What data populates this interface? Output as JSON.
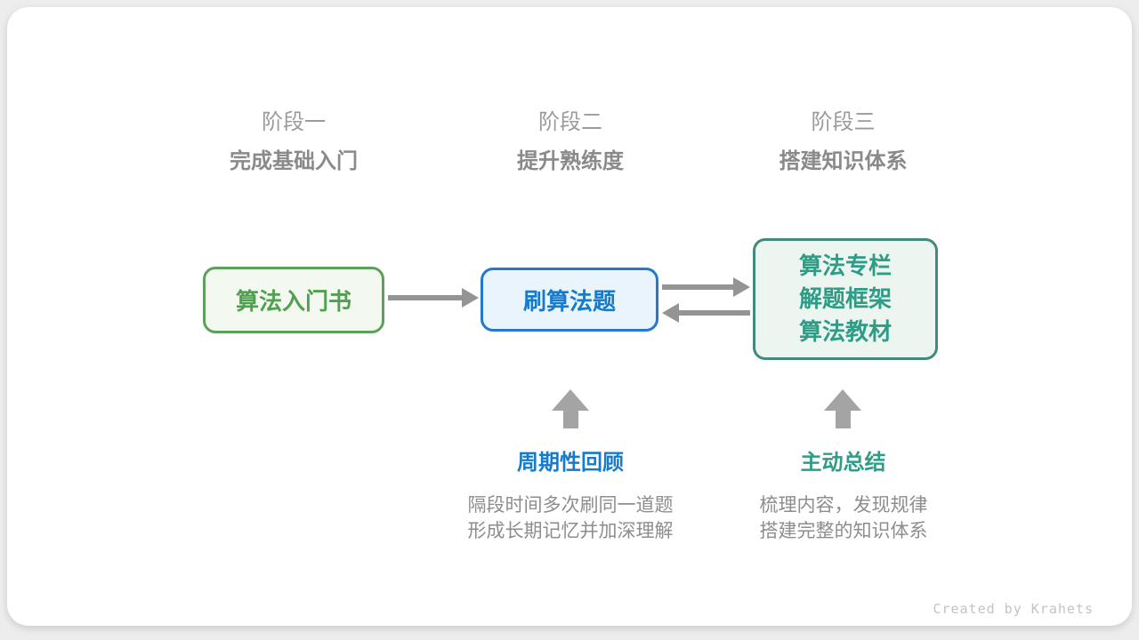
{
  "stages": [
    {
      "label": "阶段一",
      "subtitle": "完成基础入门"
    },
    {
      "label": "阶段二",
      "subtitle": "提升熟练度"
    },
    {
      "label": "阶段三",
      "subtitle": "搭建知识体系"
    }
  ],
  "nodes": [
    {
      "id": "node1",
      "lines": [
        "算法入门书"
      ]
    },
    {
      "id": "node2",
      "lines": [
        "刷算法题"
      ]
    },
    {
      "id": "node3",
      "lines": [
        "算法专栏",
        "解题框架",
        "算法教材"
      ]
    }
  ],
  "annotations": [
    {
      "title": "周期性回顾",
      "lines": [
        "隔段时间多次刷同一道题",
        "形成长期记忆并加深理解"
      ]
    },
    {
      "title": "主动总结",
      "lines": [
        "梳理内容，发现规律",
        "搭建完整的知识体系"
      ]
    }
  ],
  "watermark": {
    "text": "Created by Krahets"
  },
  "colors": {
    "page-bg": "#ededed",
    "card-bg": "#ffffff",
    "stage-label": "#9b9b9b",
    "stage-subtitle": "#8a8a8a",
    "green-border": "#5ba15b",
    "green-bg": "#f3f9f1",
    "green-text": "#4fa14f",
    "blue-border": "#2278d2",
    "blue-bg": "#eaf4fc",
    "blue-text": "#177bcc",
    "teal-border": "#418a7c",
    "teal-bg": "#edf5f1",
    "teal-text": "#2f9c85",
    "arrow": "#949494",
    "block-arrow": "#a4a4a4",
    "desc-text": "#8d8d8d",
    "watermark": "#c3c3c3"
  }
}
